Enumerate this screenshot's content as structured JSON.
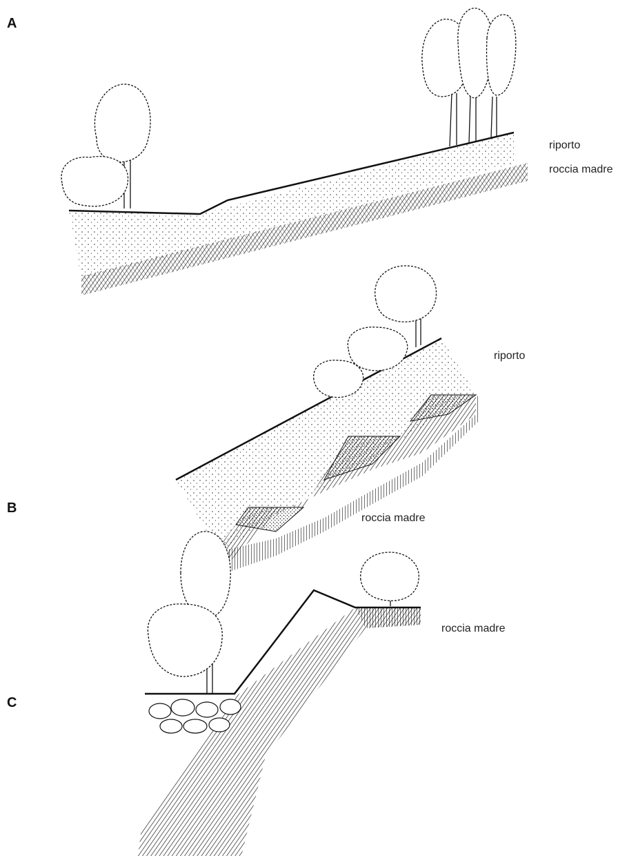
{
  "panels": [
    {
      "letter": "A",
      "labels": [
        "riporto",
        "roccia madre"
      ]
    },
    {
      "letter": "B",
      "labels": [
        "riporto",
        "roccia madre"
      ]
    },
    {
      "letter": "C",
      "labels": [
        "roccia madre"
      ]
    }
  ]
}
